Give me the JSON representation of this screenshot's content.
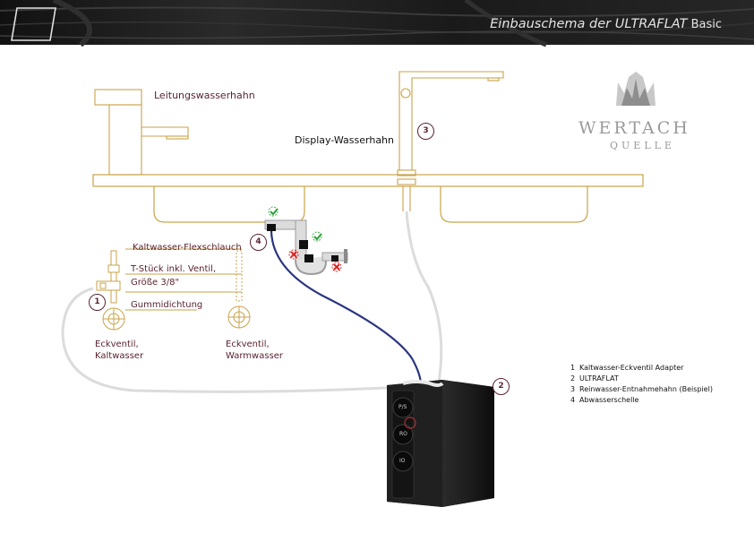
{
  "header": {
    "title_prefix": "Einbauschema der ULTRAFLAT",
    "title_suffix": " Basic"
  },
  "logo": {
    "name": "WERTACH",
    "sub": "QUELLE"
  },
  "labels": {
    "tap_left": "Leitungswasserhahn",
    "tap_right": "Display-Wasserhahn",
    "flexhose": "Kaltwasser-Flexschlauch",
    "tpiece_line1": "T-Stück inkl. Ventil,",
    "tpiece_line2": "Größe 3/8\"",
    "gasket": "Gummidichtung",
    "angle_cold_line1": "Eckventil,",
    "angle_cold_line2": "Kaltwasser",
    "angle_warm_line1": "Eckventil,",
    "angle_warm_line2": "Warmwasser"
  },
  "badges": {
    "b1": "1",
    "b2": "2",
    "b3": "3",
    "b4": "4"
  },
  "ports": {
    "p1": "P/S",
    "p2": "RO",
    "p3": "IO"
  },
  "legend": [
    {
      "num": "1",
      "text": "Kaltwasser-Eckventil Adapter"
    },
    {
      "num": "2",
      "text": "ULTRAFLAT"
    },
    {
      "num": "3",
      "text": "Reinwasser-Entnahmehahn (Beispiel)"
    },
    {
      "num": "4",
      "text": "Abwasserschelle"
    }
  ],
  "colors": {
    "brand": "#5a2330",
    "gold": "#c9a34a",
    "hose_blue": "#2a3580",
    "device": "#1c1c1c"
  }
}
